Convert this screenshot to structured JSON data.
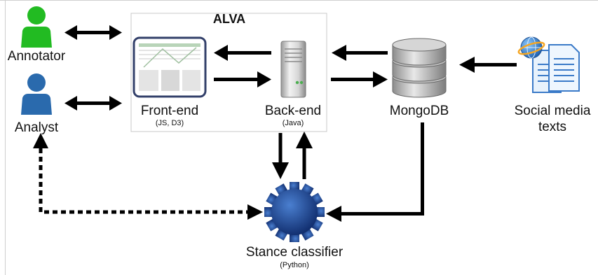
{
  "diagram": {
    "system_title": "ALVA",
    "nodes": {
      "annotator": {
        "label": "Annotator",
        "icon": "person-icon",
        "color": "#22bb22"
      },
      "analyst": {
        "label": "Analyst",
        "icon": "person-icon",
        "color": "#2a6aad"
      },
      "frontend": {
        "label": "Front-end",
        "sublabel": "(JS, D3)",
        "icon": "browser-screenshot-icon"
      },
      "backend": {
        "label": "Back-end",
        "sublabel": "(Java)",
        "icon": "server-icon"
      },
      "mongodb": {
        "label": "MongoDB",
        "icon": "database-icon"
      },
      "social": {
        "label_line1": "Social media",
        "label_line2": "texts",
        "icon": "documents-globe-icon"
      },
      "classifier": {
        "label": "Stance classifier",
        "sublabel": "(Python)",
        "icon": "gear-icon",
        "color": "#1a3f8f"
      }
    },
    "edges": [
      {
        "from": "annotator",
        "to": "frontend",
        "style": "solid",
        "direction": "both"
      },
      {
        "from": "analyst",
        "to": "frontend",
        "style": "solid",
        "direction": "both"
      },
      {
        "from": "backend",
        "to": "frontend",
        "style": "solid",
        "direction": "forward"
      },
      {
        "from": "frontend",
        "to": "backend",
        "style": "solid",
        "direction": "forward"
      },
      {
        "from": "mongodb",
        "to": "backend",
        "style": "solid",
        "direction": "forward"
      },
      {
        "from": "backend",
        "to": "mongodb",
        "style": "solid",
        "direction": "forward"
      },
      {
        "from": "social",
        "to": "mongodb",
        "style": "solid",
        "direction": "forward"
      },
      {
        "from": "backend",
        "to": "classifier",
        "style": "solid",
        "direction": "forward"
      },
      {
        "from": "classifier",
        "to": "backend",
        "style": "solid",
        "direction": "forward"
      },
      {
        "from": "mongodb",
        "to": "classifier",
        "style": "solid",
        "direction": "forward"
      },
      {
        "from": "classifier",
        "to": "analyst",
        "style": "dashed",
        "direction": "both"
      }
    ]
  }
}
